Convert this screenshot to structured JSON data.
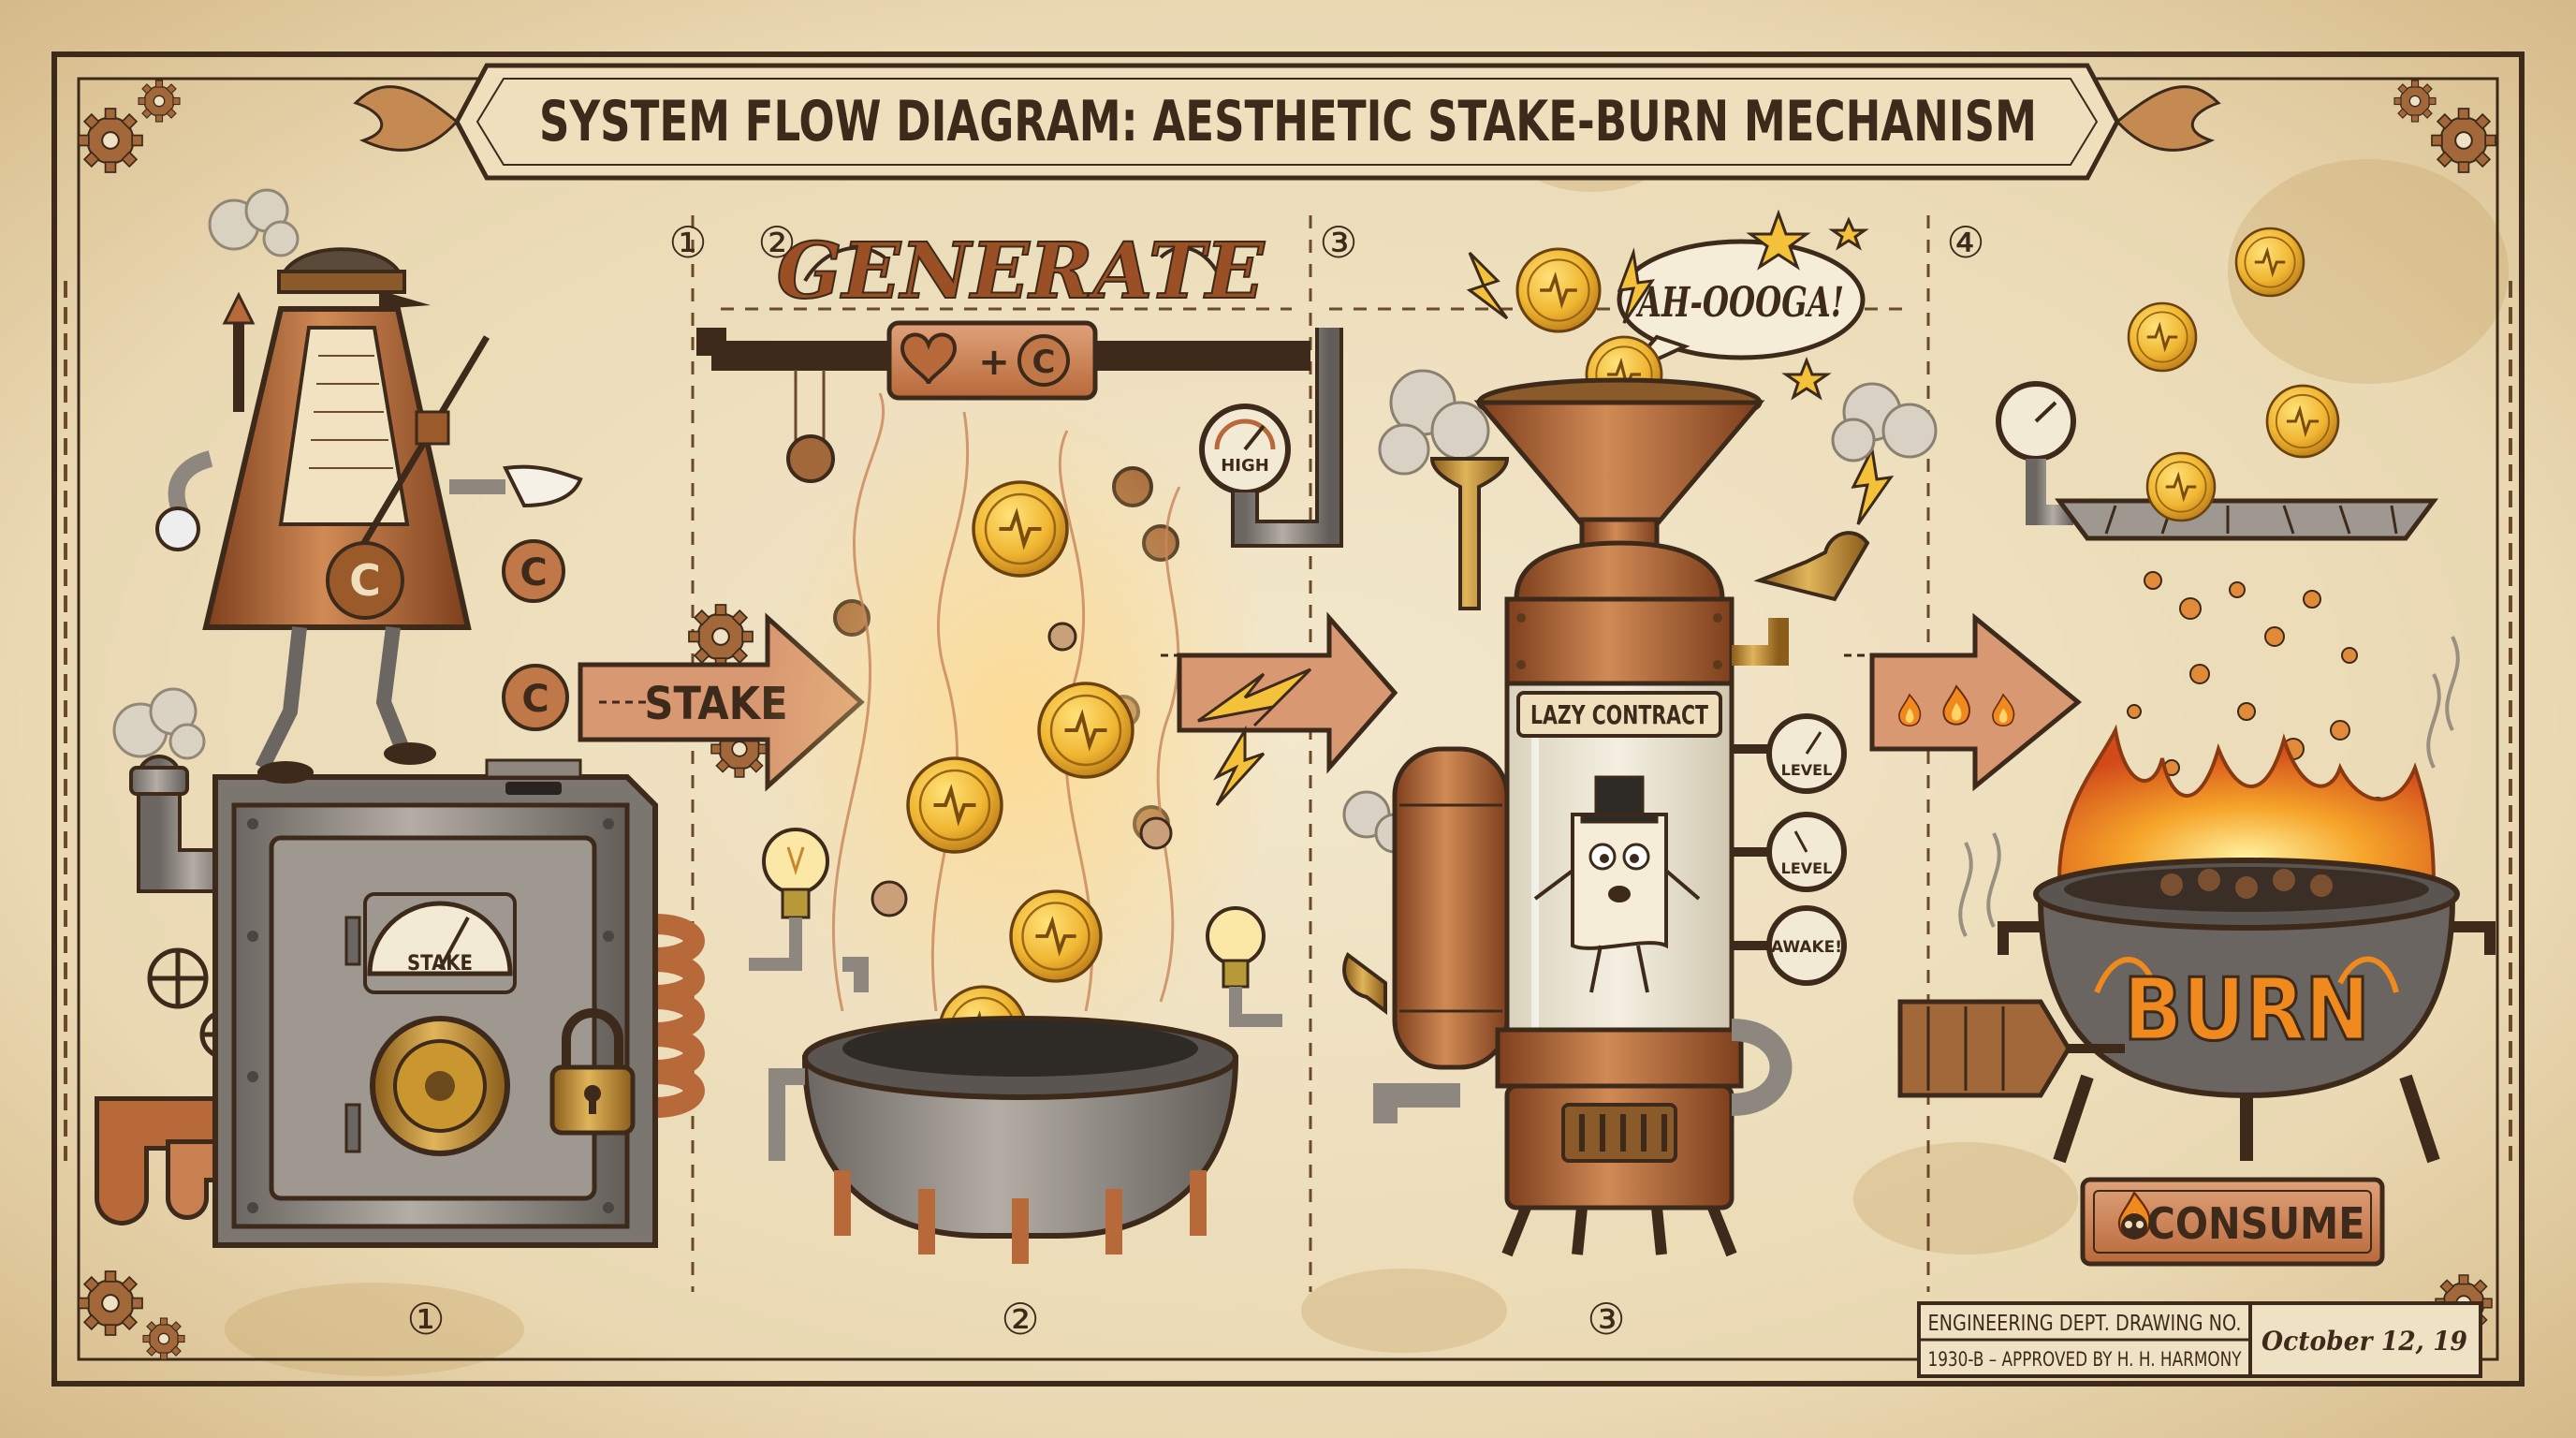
{
  "title": "SYSTEM FLOW DIAGRAM: AESTHETIC STAKE-BURN MECHANISM",
  "markers": {
    "top": [
      "①",
      "②",
      "③",
      "④"
    ],
    "bottom": [
      "①",
      "②",
      "③"
    ]
  },
  "stages": {
    "stake": {
      "arrow_label": "STAKE",
      "gauge_label": "STAKE"
    },
    "generate": {
      "banner": "GENERATE",
      "gauge_label": "HIGH"
    },
    "contract": {
      "exclamation": "AH-OOOGA!",
      "plate": "LAZY CONTRACT",
      "gauges": [
        "LEVEL",
        "LEVEL",
        "AWAKE!"
      ]
    },
    "burn": {
      "cauldron_label": "BURN",
      "plaque": "CONSUME"
    }
  },
  "title_block": {
    "line1": "ENGINEERING DEPT. DRAWING NO.",
    "line2": "1930-B – APPROVED BY H. H. HARMONY",
    "date": "October 12, 19"
  },
  "colors": {
    "paper": "#efe2c4",
    "ink": "#3d2a1a",
    "copper": "#b8693a",
    "brass": "#c9962f",
    "gold": "#f0b631",
    "steel": "#8d8780",
    "fire": "#f08a1e"
  },
  "icons": [
    "metronome-robot-icon",
    "safe-vault-icon",
    "padlock-icon",
    "coin-icon",
    "heart-icon",
    "gear-icon",
    "lightbulb-icon",
    "pressure-gauge-icon",
    "funnel-icon",
    "scroll-character-icon",
    "top-hat-icon",
    "horn-icon",
    "flame-icon",
    "cauldron-icon",
    "skull-icon",
    "bellows-icon",
    "lightning-icon",
    "star-icon"
  ]
}
